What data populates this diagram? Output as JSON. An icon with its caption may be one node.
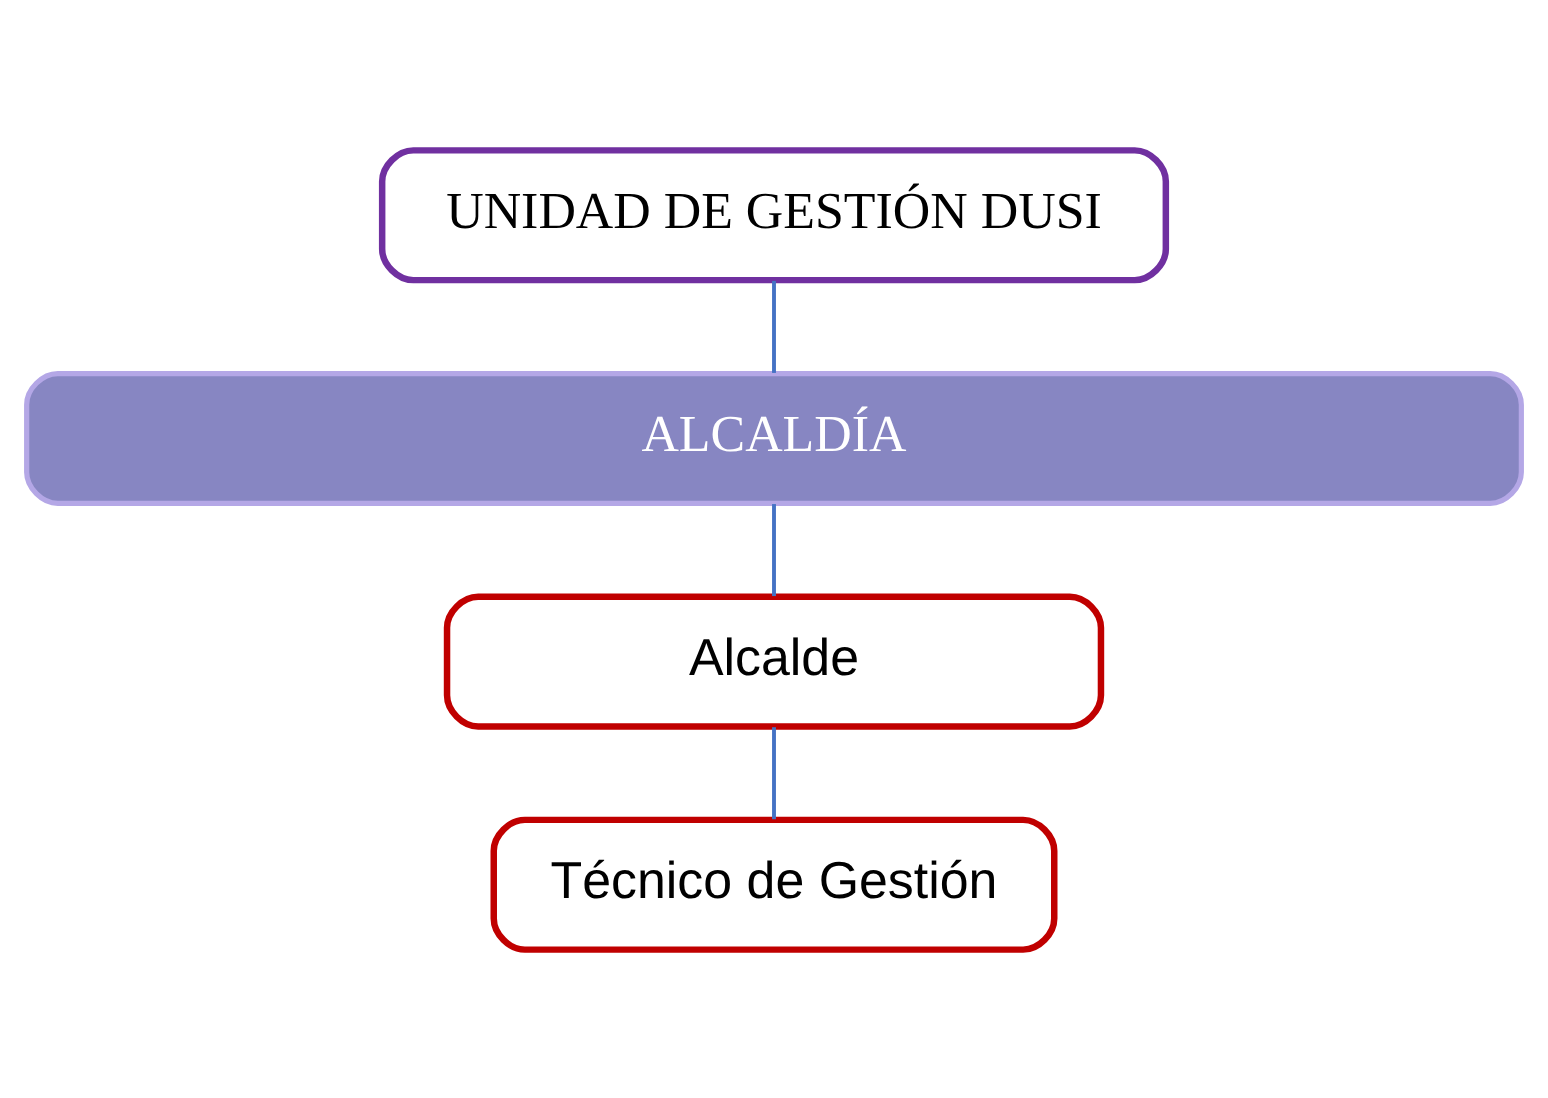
{
  "diagram": {
    "nodes": [
      {
        "text": [
          "UNIDAD DE GESTIÓN DUSI"
        ]
      },
      {
        "text": [
          "ALCALDÍA"
        ]
      },
      {
        "text": [
          "Alcalde"
        ]
      },
      {
        "text": [
          "Técnico de Gestión"
        ]
      }
    ],
    "edges": [
      {
        "from": 0,
        "to": 1,
        "arrow": "none"
      },
      {
        "from": 1,
        "to": 2,
        "arrow": "none"
      },
      {
        "from": 2,
        "to": 3,
        "arrow": "none"
      }
    ]
  }
}
